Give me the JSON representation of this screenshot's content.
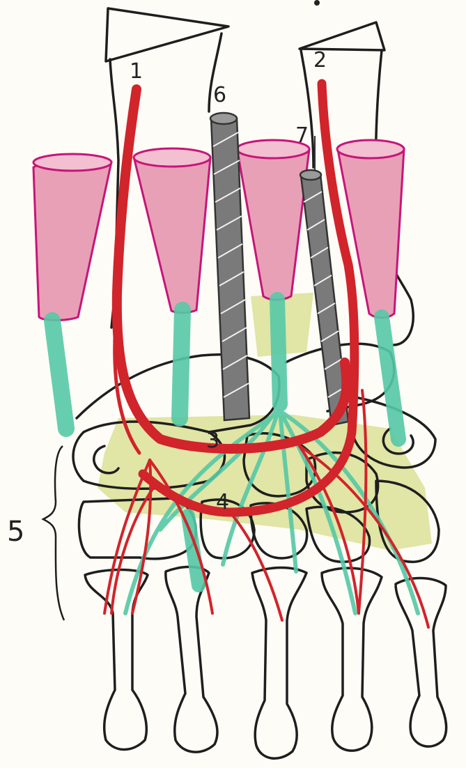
{
  "labels": {
    "n1": "1",
    "n2": "2",
    "n3": "3",
    "n4": "4",
    "n5": "5",
    "n6": "6",
    "n7": "7"
  },
  "colors": {
    "paper": "#fdfcf6",
    "bone_outline": "#1e1e1e",
    "muscle_fill": "#e8a0b6",
    "muscle_outline": "#c6157a",
    "tendon": "#55c9a6",
    "artery": "#d1242b",
    "tendon_sheath_gray": "#7a7a7a",
    "retinaculum_yellow": "#d7de8a"
  }
}
